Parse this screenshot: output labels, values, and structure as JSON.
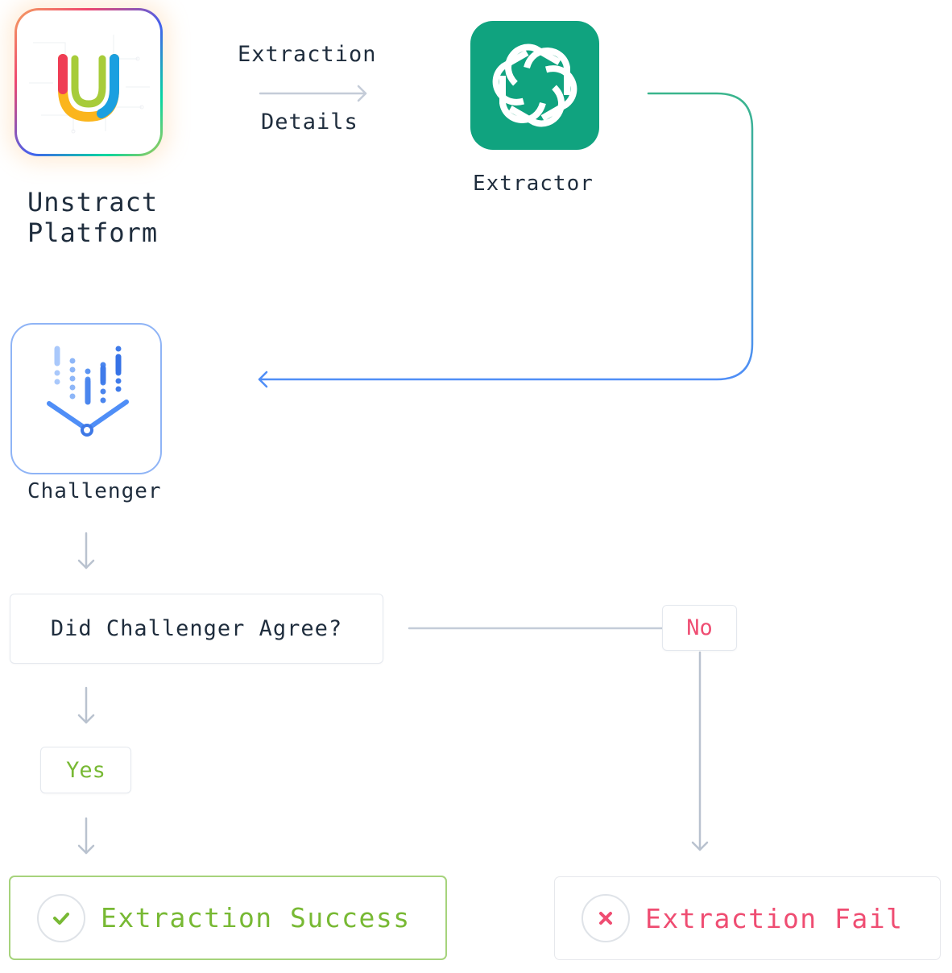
{
  "nodes": {
    "unstract": {
      "label_line1": "Unstract",
      "label_line2": "Platform"
    },
    "extractor": {
      "label": "Extractor"
    },
    "challenger": {
      "label": "Challenger"
    },
    "decision": {
      "label": "Did Challenger Agree?"
    },
    "success": {
      "label": "Extraction Success"
    },
    "fail": {
      "label": "Extraction Fail"
    }
  },
  "edges": {
    "unstract_to_extractor": {
      "label_top": "Extraction",
      "label_bottom": "Details"
    },
    "yes_branch": {
      "label": "Yes"
    },
    "no_branch": {
      "label": "No"
    }
  },
  "colors": {
    "success": "#78b934",
    "fail": "#ef4d72",
    "extractor_brand": "#10a37f",
    "challenger_accent": "#4f8ef7",
    "connector": "#c4ccd8"
  },
  "icons": {
    "unstract": "unstract-logo-icon",
    "extractor": "openai-logo-icon",
    "challenger": "challenger-logo-icon",
    "success": "check-icon",
    "fail": "x-icon"
  }
}
